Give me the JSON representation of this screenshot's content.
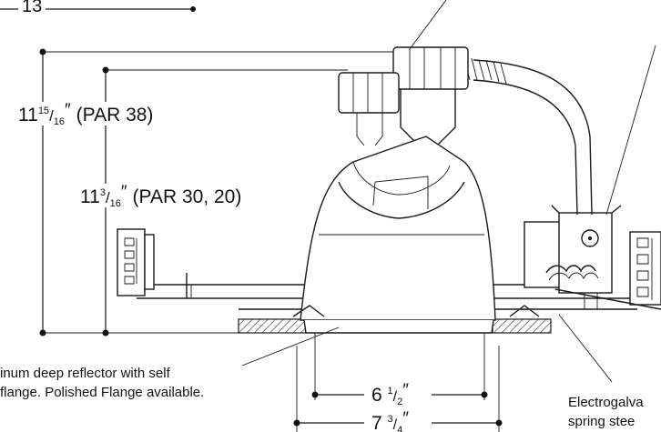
{
  "dimensions": {
    "top_partial": "13",
    "overall_height_par38": {
      "whole": "11",
      "num": "15",
      "den": "16",
      "suffix": "(PAR 38)"
    },
    "overall_height_par30": {
      "whole": "11",
      "num": "3",
      "den": "16",
      "suffix": "(PAR 30, 20)"
    },
    "aperture": {
      "whole": "6 ",
      "num": "1",
      "den": "2"
    },
    "flange_outer": {
      "whole": "7 ",
      "num": "3",
      "den": "4"
    }
  },
  "callouts": {
    "reflector_line1": "inum deep reflector with self",
    "reflector_line2": "flange. Polished Flange available.",
    "spring_line1": "Electrogalva",
    "spring_line2": "spring stee"
  },
  "colors": {
    "line": "#1a1a1a",
    "background": "#ffffff"
  }
}
